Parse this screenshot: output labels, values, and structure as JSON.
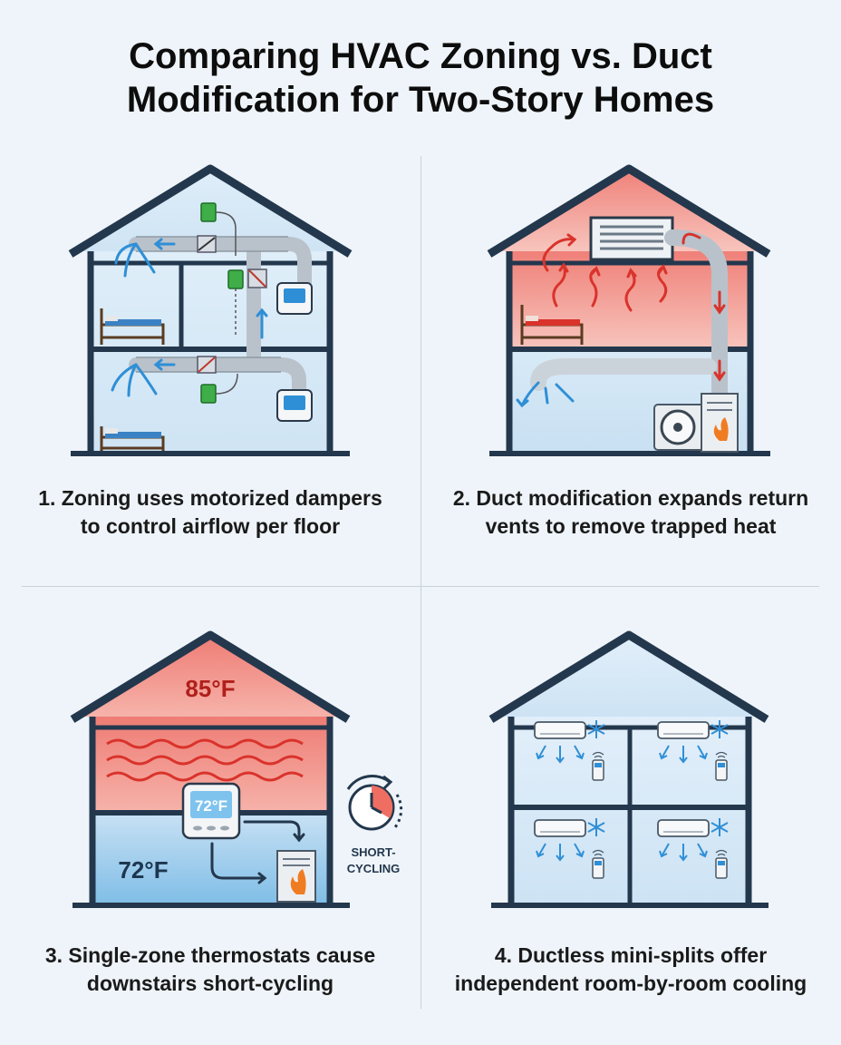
{
  "title": {
    "line1": "Comparing HVAC Zoning vs. Duct",
    "line2": "Modification for Two-Story Homes"
  },
  "panels": [
    {
      "caption_line1": "1. Zoning uses motorized dampers",
      "caption_line2": "to control airflow per floor"
    },
    {
      "caption_line1": "2. Duct modification expands return",
      "caption_line2": "vents to remove trapped heat"
    },
    {
      "caption_line1": "3. Single-zone thermostats cause",
      "caption_line2": "downstairs short-cycling"
    },
    {
      "caption_line1": "4. Ductless mini-splits offer",
      "caption_line2": "independent room-by-room cooling"
    }
  ],
  "panel3": {
    "upstairs_temp": "85°F",
    "downstairs_temp": "72°F",
    "thermostat_reading": "72°F",
    "cycling_label_line1": "SHORT-",
    "cycling_label_line2": "CYCLING"
  },
  "colors": {
    "house_outline": "#23374d",
    "warm": "#ef8a80",
    "cool": "#a9cfea",
    "arrow_red": "#d9332b",
    "arrow_blue": "#2f8fd6",
    "damper_green": "#3fae49"
  },
  "icons": [
    "damper-icon",
    "thermostat-icon",
    "bed-icon",
    "return-vent-icon",
    "ac-condenser-icon",
    "furnace-icon",
    "clock-icon",
    "mini-split-icon",
    "snowflake-icon",
    "remote-icon"
  ]
}
